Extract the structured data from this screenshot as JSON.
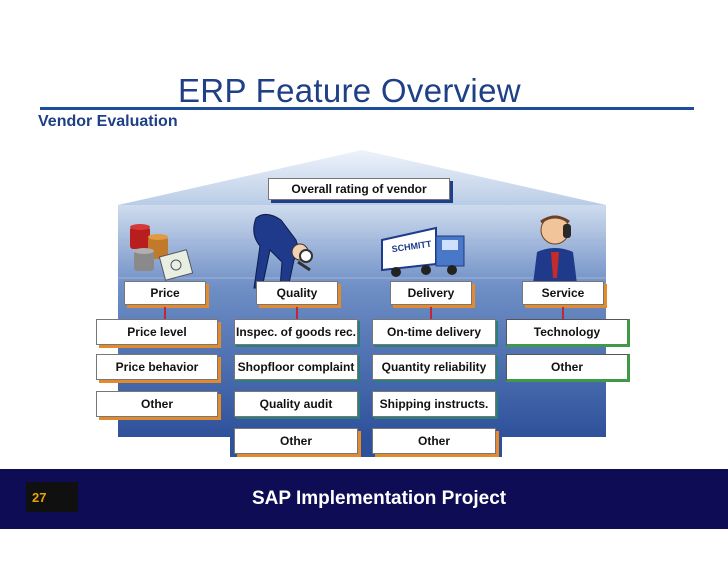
{
  "header": {
    "title": "ERP Feature Overview",
    "subtitle": "Vendor Evaluation"
  },
  "diagram": {
    "roof_label": "Overall rating of vendor",
    "pillars": [
      {
        "label": "Price",
        "icon": "money-icon"
      },
      {
        "label": "Quality",
        "icon": "inspector-icon"
      },
      {
        "label": "Delivery",
        "icon": "truck-icon",
        "truck_text": "SCHMITT"
      },
      {
        "label": "Service",
        "icon": "phone-person-icon"
      }
    ],
    "criteria": {
      "price": [
        "Price level",
        "Price behavior",
        "Other"
      ],
      "quality": [
        "Inspec. of goods rec.",
        "Shopfloor complaint",
        "Quality audit",
        "Other"
      ],
      "delivery": [
        "On-time delivery",
        "Quantity reliability",
        "Shipping instructs.",
        "Other"
      ],
      "service": [
        "Technology",
        "Other"
      ]
    },
    "colors": {
      "house_blue": "#2a4e9a",
      "sky_light": "#d7e3f2",
      "box_shadow_orange": "#e38a2c",
      "box_shadow_green": "#3f9a48",
      "connector_red": "#c0253a"
    }
  },
  "footer": {
    "slide_number": "27",
    "text": "SAP Implementation Project",
    "background": "#0d0c54"
  }
}
